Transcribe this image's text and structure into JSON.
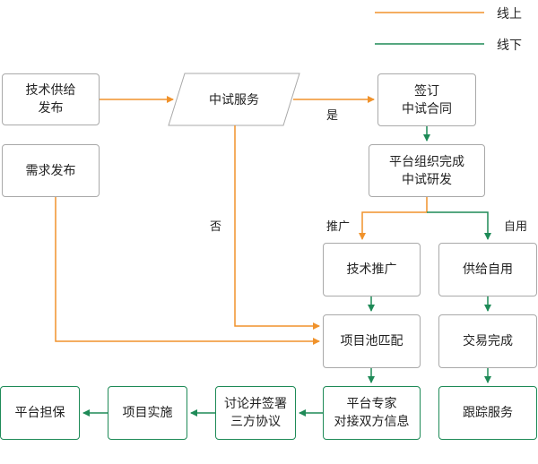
{
  "legend": {
    "online": {
      "label": "线上",
      "color": "#f0922b"
    },
    "offline": {
      "label": "线下",
      "color": "#1e8a57"
    }
  },
  "nodes": {
    "tech_supply": "技术供给\n发布",
    "demand": "需求发布",
    "pilot_service": "中试服务",
    "sign_contract": "签订\n中试合同",
    "platform_organize": "平台组织完成\n中试研发",
    "tech_promotion": "技术推广",
    "self_supply": "供给自用",
    "pool_matching": "项目池匹配",
    "trade_complete": "交易完成",
    "expert_docking": "平台专家\n对接双方信息",
    "tracking_service": "跟踪服务",
    "tripartite": "讨论并签署\n三方协议",
    "implementation": "项目实施",
    "guarantee": "平台担保"
  },
  "edge_labels": {
    "yes": "是",
    "no": "否",
    "promote": "推广",
    "self_use": "自用"
  }
}
